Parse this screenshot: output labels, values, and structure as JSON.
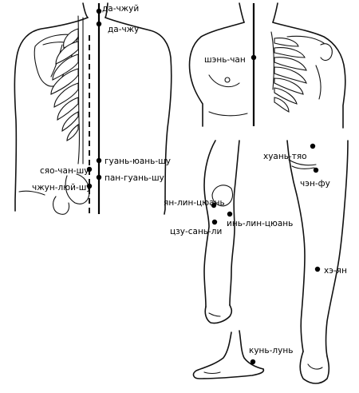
{
  "points": [
    {
      "id": "da-chzhuy",
      "label": "да-чжуй"
    },
    {
      "id": "da-chzhu",
      "label": "да-чжу"
    },
    {
      "id": "shen-chan",
      "label": "шэнь-чан"
    },
    {
      "id": "guan-yuan-shu",
      "label": "гуань-юань-шу"
    },
    {
      "id": "syao-chan-shu",
      "label": "сяо-чан-шу"
    },
    {
      "id": "pan-guan-shu",
      "label": "пан-гуань-шу"
    },
    {
      "id": "chzhun-lyuy-shu",
      "label": "чжун-люй-шу"
    },
    {
      "id": "huan-tyao",
      "label": "хуань-тяо"
    },
    {
      "id": "chen-fu",
      "label": "чэн-фу"
    },
    {
      "id": "yan-lin-tsyuan",
      "label": "ян-лин-цюань"
    },
    {
      "id": "in-lin-tsyuan",
      "label": "инь-лин-цюань"
    },
    {
      "id": "tszu-san-li",
      "label": "цзу-сань-ли"
    },
    {
      "id": "he-yan",
      "label": "хэ-ян"
    },
    {
      "id": "kun-lun",
      "label": "кунь-лунь"
    }
  ]
}
